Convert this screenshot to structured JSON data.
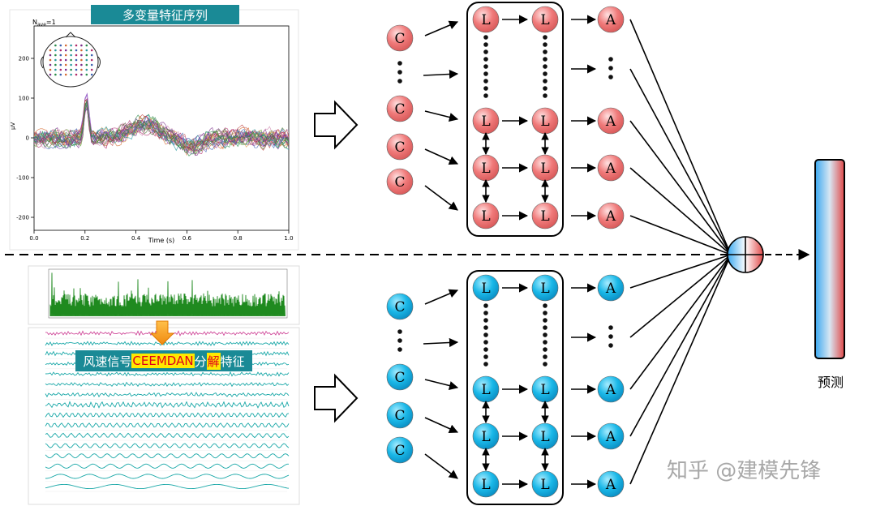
{
  "eeg_panel": {
    "banner": "多变量特征序列",
    "n_label": "N",
    "n_sub": "ave",
    "n_value": "=1",
    "y_unit": "μV",
    "x_label": "Time (s)",
    "x_ticks": [
      "0.0",
      "0.2",
      "0.4",
      "0.6",
      "0.8",
      "1.0"
    ],
    "y_ticks": [
      "200",
      "100",
      "0",
      "-100",
      "-200"
    ]
  },
  "wind_panel": {
    "banner_before": "风速信号",
    "banner_highlight": "CEEMDAN",
    "banner_mid": "分",
    "banner_highlight2": "解",
    "banner_after": "特征"
  },
  "network": {
    "input_label": "C",
    "lstm_label": "L",
    "attention_label": "A"
  },
  "output": {
    "label": "预测"
  },
  "watermark": "知乎 @建模先锋",
  "colors": {
    "upper_node": "#f07a7a",
    "lower_node": "#1ab8e8",
    "banner": "#1a8a96",
    "highlight_bg": "#ffe800",
    "highlight_text": "#e0001a"
  }
}
